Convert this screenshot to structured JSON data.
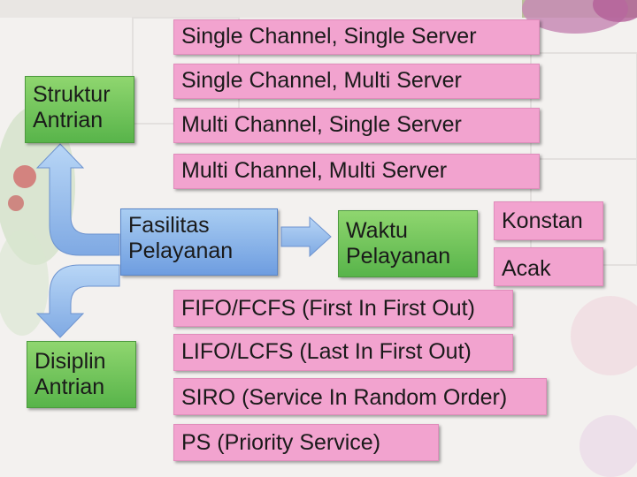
{
  "struktur": {
    "label": "Struktur\nAntrian",
    "items": [
      "Single Channel, Single Server",
      "Single Channel, Multi Server",
      "Multi Channel, Single Server",
      "Multi Channel, Multi Server"
    ]
  },
  "fasilitas": {
    "label": "Fasilitas\nPelayanan"
  },
  "waktu": {
    "label": "Waktu\nPelayanan",
    "items": [
      "Konstan",
      "Acak"
    ]
  },
  "disiplin": {
    "label": "Disiplin\nAntrian",
    "items": [
      "FIFO/FCFS (First In First Out)",
      "LIFO/LCFS (Last In First Out)",
      "SIRO (Service In Random Order)",
      "PS (Priority Service)"
    ]
  },
  "colors": {
    "pink": "#f2a3cf",
    "green": "#58b44a",
    "blue": "#6e9de0"
  }
}
